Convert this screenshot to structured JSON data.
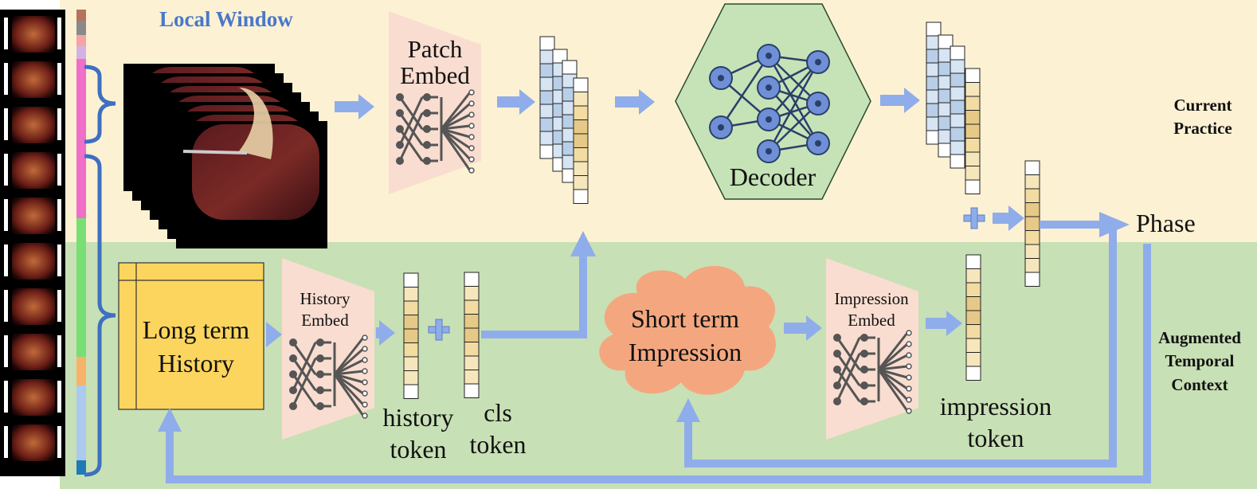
{
  "header": {
    "local_window": "Local Window"
  },
  "labels": {
    "patch_embed": [
      "Patch",
      "Embed"
    ],
    "decoder": "Decoder",
    "phase": "Phase",
    "current_practice": [
      "Current",
      "Practice"
    ],
    "augmented_temporal_context": [
      "Augmented",
      "Temporal",
      "Context"
    ],
    "long_term_history": [
      "Long term",
      "History"
    ],
    "history_embed": [
      "History",
      "Embed"
    ],
    "history_token": [
      "history",
      "token"
    ],
    "cls_token": [
      "cls",
      "token"
    ],
    "short_term_impression": [
      "Short term",
      "Impression"
    ],
    "impression_embed": [
      "Impression",
      "Embed"
    ],
    "impression_token": [
      "impression",
      "token"
    ]
  },
  "colors": {
    "top_band": "#fdf1d3",
    "bottom_band": "#c8e0b5",
    "arrow": "#8fadea",
    "bracket": "#3d6fc2",
    "history_box": "#fcd55f",
    "cloud": "#f4a77f",
    "decoder_hex": "#c5e3b6",
    "embed_trapezoid": "#f9ddd0",
    "token_blue": "#c9dbef",
    "token_yellow": "#f6e6bc",
    "phase_bar": [
      "#b5735e",
      "#8a8a8a",
      "#f5a3a3",
      "#d5b1e3",
      "#f16ec9",
      "#78df74",
      "#f8b36b",
      "#abcaee",
      "#1f7ab5"
    ]
  }
}
